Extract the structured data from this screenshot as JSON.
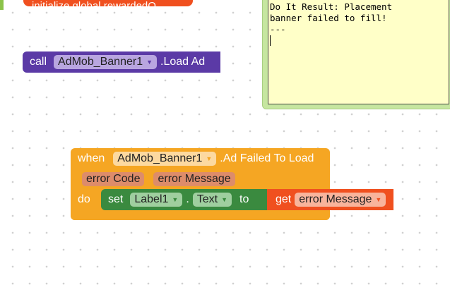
{
  "top_block": {
    "label": "initialize global rewardedO..."
  },
  "call_block": {
    "keyword": "call",
    "component": "AdMob_Banner1",
    "method": ".Load Ad"
  },
  "comment": {
    "lines": [
      "Do It Result: Placement",
      "banner failed to fill!",
      "---"
    ]
  },
  "event_block": {
    "keyword": "when",
    "component": "AdMob_Banner1",
    "event": ".Ad Failed To Load",
    "params": [
      "error Code",
      "error Message"
    ],
    "do": "do"
  },
  "set_block": {
    "keyword": "set",
    "component": "Label1",
    "dot": ".",
    "property": "Text",
    "to": "to"
  },
  "get_block": {
    "keyword": "get",
    "variable": "error Message"
  },
  "colors": {
    "purple": "#5b3aa6",
    "orange": "#f5a623",
    "green": "#3a8a3f",
    "red": "#f0501f",
    "comment": "#ffffc8"
  }
}
